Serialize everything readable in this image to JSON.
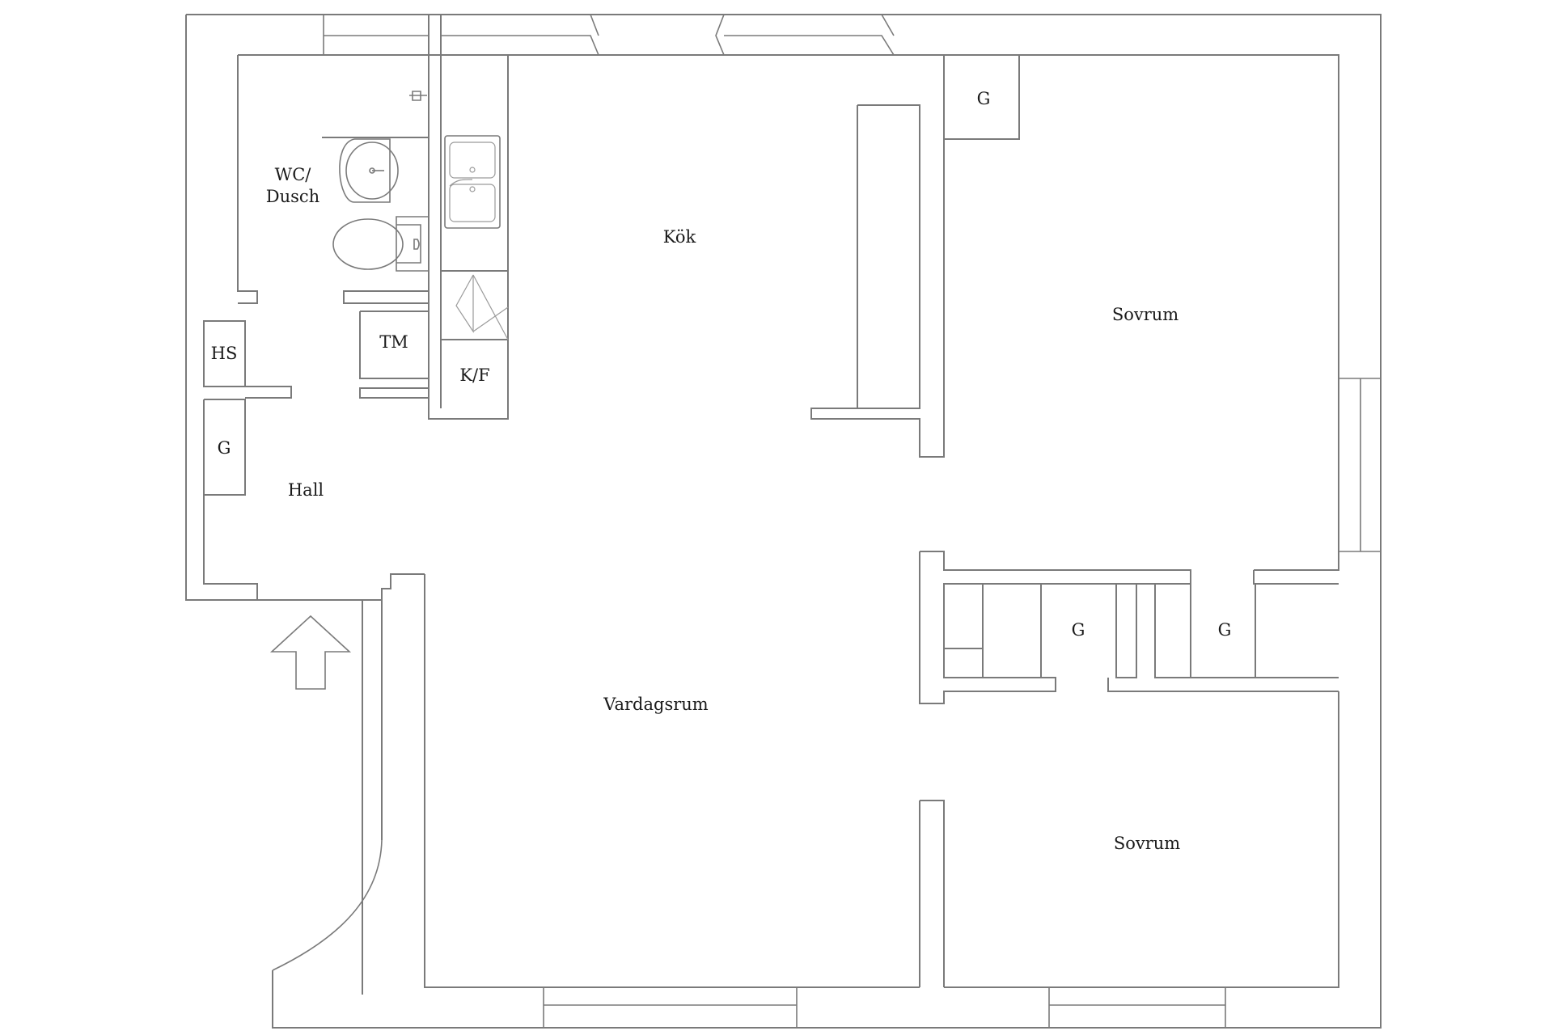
{
  "floorplan": {
    "rooms": {
      "wc_dusch_line1": "WC/",
      "wc_dusch_line2": "Dusch",
      "kok": "Kök",
      "sovrum_top": "Sovrum",
      "sovrum_bottom": "Sovrum",
      "hall": "Hall",
      "vardagsrum": "Vardagsrum"
    },
    "fixtures": {
      "tm": "TM",
      "hs": "HS",
      "kf": "K/F",
      "g_hall": "G",
      "g_sovrum": "G",
      "g_closet_left": "G",
      "g_closet_right": "G"
    },
    "icons": {
      "entrance": "entrance-arrow-icon",
      "sink": "double-sink-icon",
      "washbasin": "washbasin-icon",
      "toilet": "toilet-icon",
      "stove": "stove-icon",
      "door": "door-swing-icon"
    }
  }
}
